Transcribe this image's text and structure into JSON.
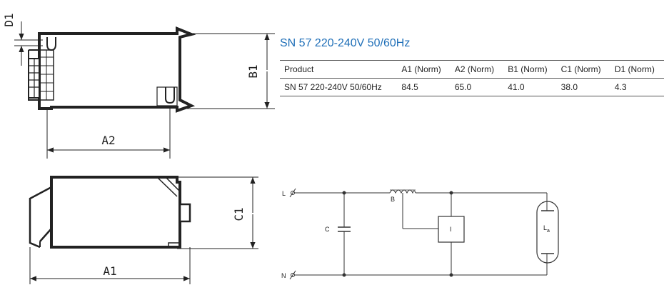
{
  "title": "SN 57 220-240V 50/60Hz",
  "table": {
    "headers": [
      "Product",
      "A1 (Norm)",
      "A2 (Norm)",
      "B1 (Norm)",
      "C1 (Norm)",
      "D1 (Norm)"
    ],
    "rows": [
      [
        "SN 57 220-240V 50/60Hz",
        "84.5",
        "65.0",
        "41.0",
        "38.0",
        "4.3"
      ]
    ]
  },
  "dimension_labels": {
    "d1": "D1",
    "b1": "B1",
    "a2": "A2",
    "c1": "C1",
    "a1": "A1"
  },
  "circuit_labels": {
    "line": "L",
    "neutral": "N",
    "capacitor": "C",
    "ballast": "B",
    "ignitor": "I",
    "lamp": "L",
    "lamp_sub": "a"
  }
}
